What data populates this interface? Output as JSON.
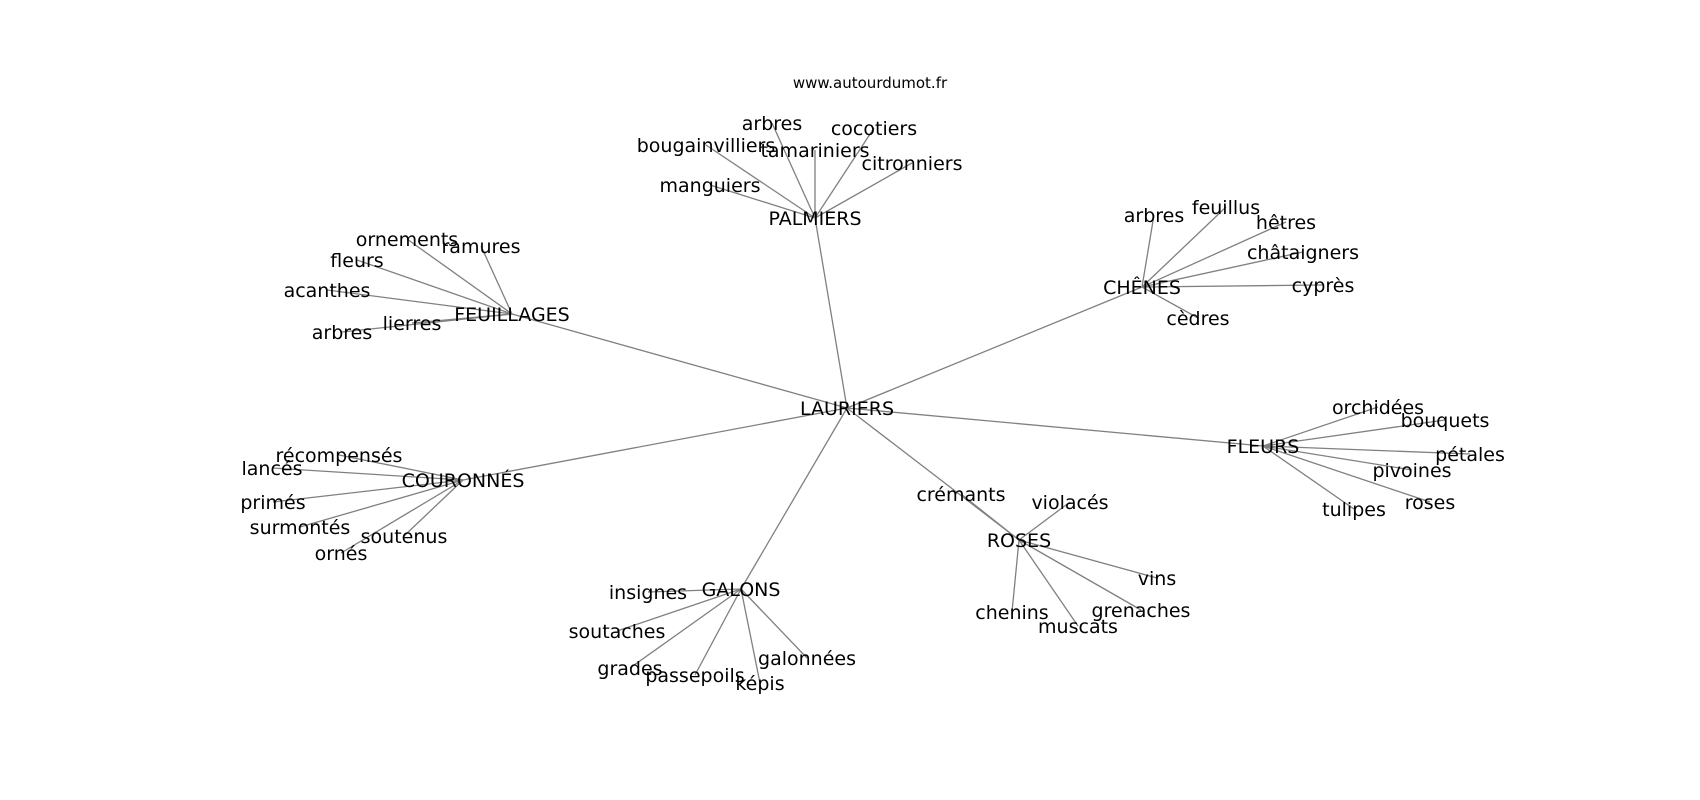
{
  "watermark": "www.autourdumot.fr",
  "center": "LAURIERS",
  "clusters": [
    {
      "hub": "PALMIERS",
      "leaves": [
        "arbres",
        "bougainvilliers",
        "tamariniers",
        "cocotiers",
        "citronniers",
        "manguiers"
      ]
    },
    {
      "hub": "CHÊNES",
      "leaves": [
        "arbres",
        "feuillus",
        "hêtres",
        "châtaigners",
        "cyprès",
        "cèdres"
      ]
    },
    {
      "hub": "FEUILLAGES",
      "leaves": [
        "ornements",
        "ramures",
        "fleurs",
        "acanthes",
        "lierres",
        "arbres"
      ]
    },
    {
      "hub": "FLEURS",
      "leaves": [
        "orchidées",
        "bouquets",
        "pétales",
        "pivoines",
        "roses",
        "tulipes"
      ]
    },
    {
      "hub": "COURONNÉS",
      "leaves": [
        "récompensés",
        "lancés",
        "primés",
        "surmontés",
        "soutenus",
        "ornés"
      ]
    },
    {
      "hub": "ROSES",
      "leaves": [
        "crémants",
        "violacés",
        "vins",
        "grenaches",
        "muscats",
        "chenins"
      ]
    },
    {
      "hub": "GALONS",
      "leaves": [
        "insignes",
        "soutaches",
        "grades",
        "passepoils",
        "képis",
        "galonnées"
      ]
    }
  ]
}
